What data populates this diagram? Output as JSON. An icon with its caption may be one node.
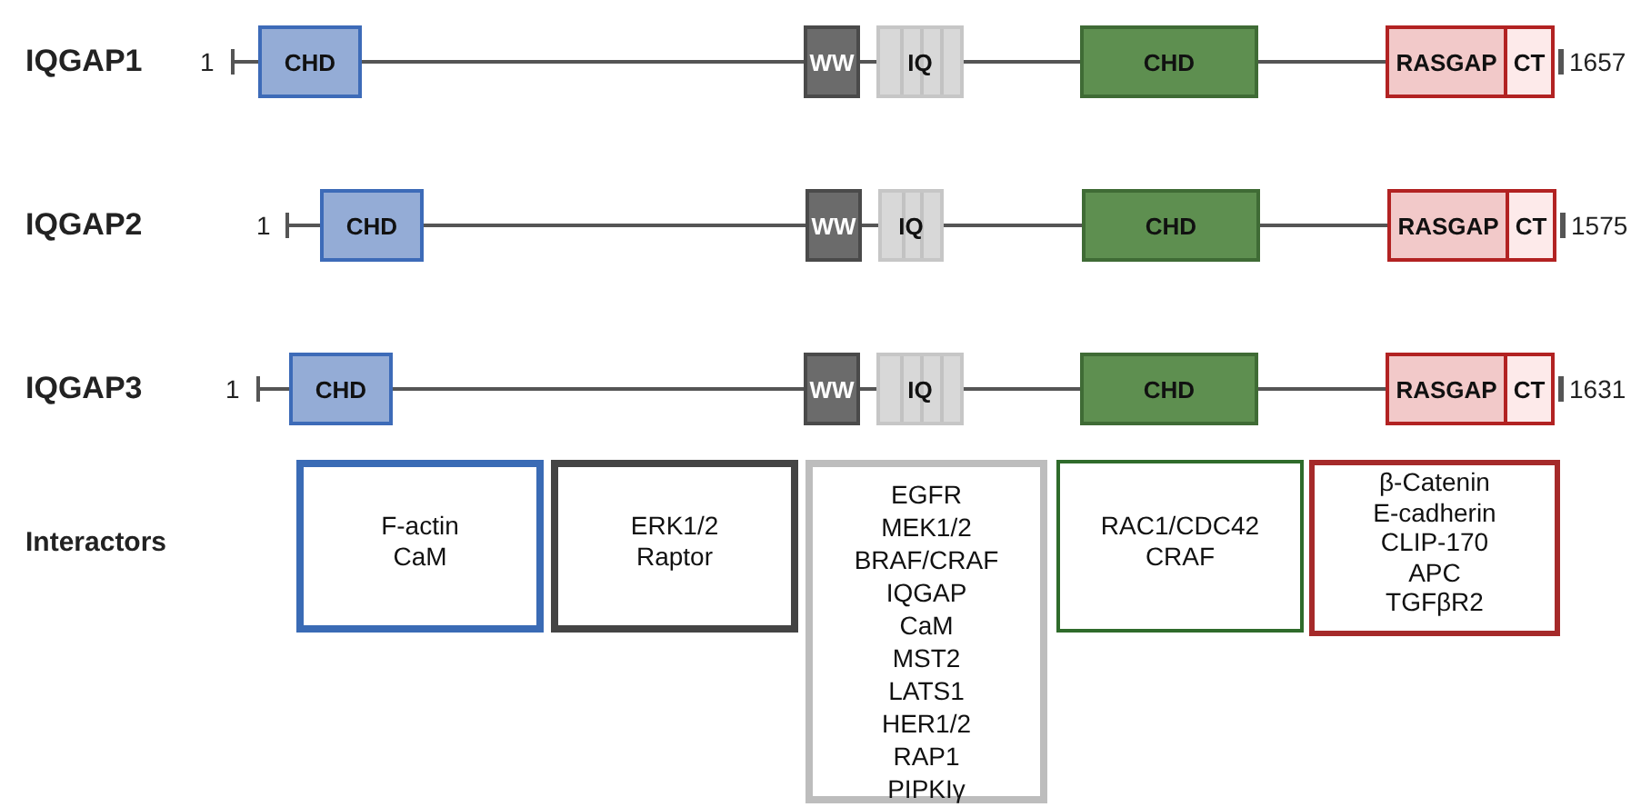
{
  "diagram": {
    "nodes": [
      {
        "text": [
          "CHD"
        ]
      },
      {
        "text": [
          "WW"
        ]
      },
      {
        "text": [
          "IQ"
        ]
      },
      {
        "text": [
          "CHD"
        ]
      },
      {
        "text": [
          "RASGAP"
        ]
      },
      {
        "text": [
          "CT"
        ]
      },
      {
        "text": [
          "CHD"
        ]
      },
      {
        "text": [
          "WW"
        ]
      },
      {
        "text": [
          "IQ"
        ]
      },
      {
        "text": [
          "CHD"
        ]
      },
      {
        "text": [
          "RASGAP"
        ]
      },
      {
        "text": [
          "CT"
        ]
      },
      {
        "text": [
          "CHD"
        ]
      },
      {
        "text": [
          "WW"
        ]
      },
      {
        "text": [
          "IQ"
        ]
      },
      {
        "text": [
          "CHD"
        ]
      },
      {
        "text": [
          "RASGAP"
        ]
      },
      {
        "text": [
          "CT"
        ]
      },
      {
        "text": [
          "F-actin",
          "CaM"
        ]
      },
      {
        "text": [
          "ERK1/2",
          "Raptor"
        ]
      },
      {
        "text": [
          "EGFR",
          "MEK1/2",
          "BRAF/CRAF",
          "IQGAP",
          "CaM",
          "MST2",
          "LATS1",
          "HER1/2",
          "RAP1",
          "PIPKIγ"
        ]
      },
      {
        "text": [
          "RAC1/CDC42",
          "CRAF"
        ]
      },
      {
        "text": [
          "β-Catenin",
          "E-cadherin",
          "CLIP-170",
          "APC",
          "TGFβR2"
        ]
      }
    ],
    "edges": [
      {
        "from": null,
        "to": 0,
        "arrow": "none"
      },
      {
        "from": 0,
        "to": 1,
        "arrow": "none"
      },
      {
        "from": 1,
        "to": 2,
        "arrow": "none"
      },
      {
        "from": 2,
        "to": 3,
        "arrow": "none"
      },
      {
        "from": 3,
        "to": 4,
        "arrow": "none"
      },
      {
        "from": null,
        "to": 6,
        "arrow": "none"
      },
      {
        "from": 6,
        "to": 7,
        "arrow": "none"
      },
      {
        "from": 7,
        "to": 8,
        "arrow": "none"
      },
      {
        "from": 8,
        "to": 9,
        "arrow": "none"
      },
      {
        "from": 9,
        "to": 10,
        "arrow": "none"
      },
      {
        "from": null,
        "to": 12,
        "arrow": "none"
      },
      {
        "from": 12,
        "to": 13,
        "arrow": "none"
      },
      {
        "from": 13,
        "to": 14,
        "arrow": "none"
      },
      {
        "from": 14,
        "to": 15,
        "arrow": "none"
      },
      {
        "from": 15,
        "to": 16,
        "arrow": "none"
      }
    ],
    "labels": [
      "IQGAP1",
      "1",
      "1657",
      "IQGAP2",
      "1",
      "1575",
      "IQGAP3",
      "1",
      "1631",
      "Interactors"
    ]
  }
}
